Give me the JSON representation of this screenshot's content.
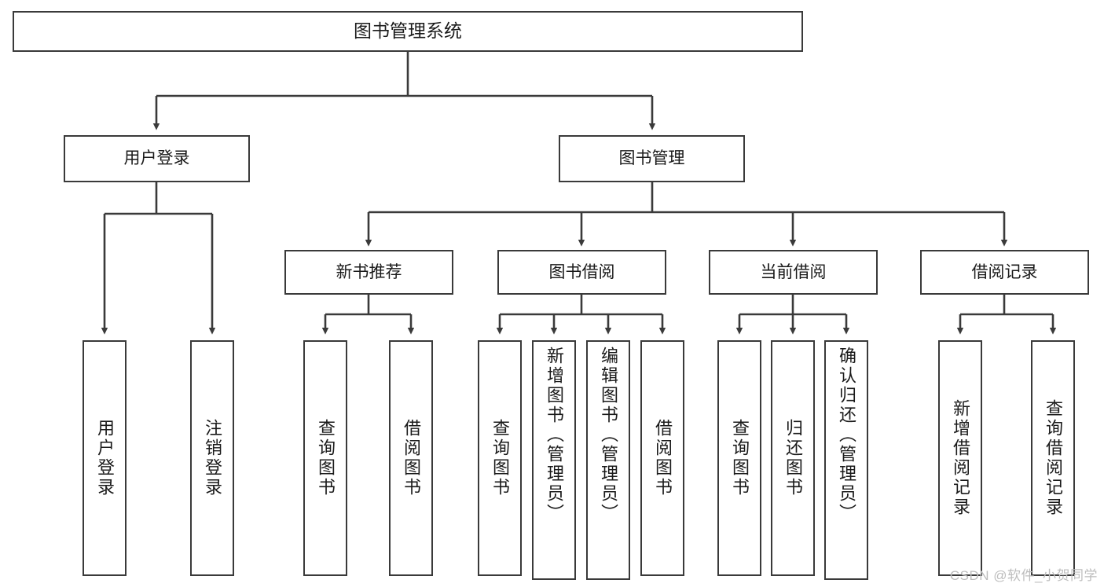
{
  "diagram": {
    "title": "图书管理系统",
    "type": "tree-hierarchy-diagram",
    "root": {
      "label": "图书管理系统"
    },
    "level2": [
      {
        "label": "用户登录"
      },
      {
        "label": "图书管理"
      }
    ],
    "level3": [
      {
        "label": "新书推荐"
      },
      {
        "label": "图书借阅"
      },
      {
        "label": "当前借阅"
      },
      {
        "label": "借阅记录"
      }
    ],
    "leaves": [
      {
        "label": "用户登录",
        "parent": "用户登录"
      },
      {
        "label": "注销登录",
        "parent": "用户登录"
      },
      {
        "label": "查询图书",
        "parent": "新书推荐"
      },
      {
        "label": "借阅图书",
        "parent": "新书推荐"
      },
      {
        "label": "查询图书",
        "parent": "图书借阅"
      },
      {
        "label": "新增图书（管理员）",
        "parent": "图书借阅"
      },
      {
        "label": "编辑图书（管理员）",
        "parent": "图书借阅"
      },
      {
        "label": "借阅图书",
        "parent": "图书借阅"
      },
      {
        "label": "查询图书",
        "parent": "当前借阅"
      },
      {
        "label": "归还图书",
        "parent": "当前借阅"
      },
      {
        "label": "确认归还（管理员）",
        "parent": "当前借阅"
      },
      {
        "label": "新增借阅记录",
        "parent": "借阅记录"
      },
      {
        "label": "查询借阅记录",
        "parent": "借阅记录"
      }
    ]
  },
  "watermark": {
    "text": "CSDN @软件_小贺同学"
  },
  "colors": {
    "stroke": "#3a3a3a",
    "background": "#ffffff",
    "text": "#1a1a1a",
    "watermark": "#bdbdbd"
  }
}
